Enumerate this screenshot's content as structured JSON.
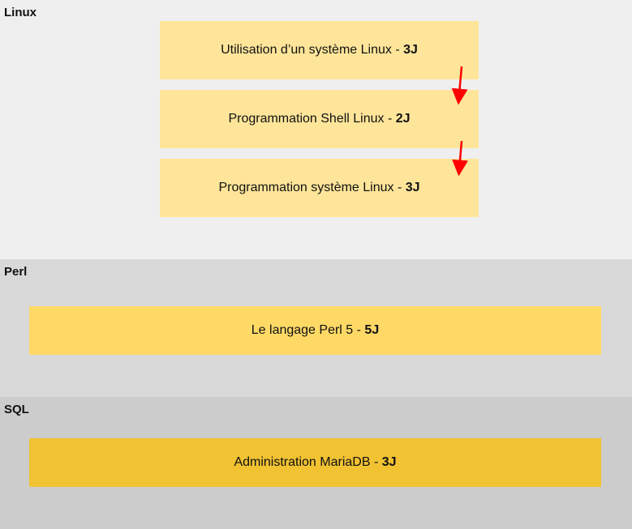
{
  "colors": {
    "linux_bg": "#efefef",
    "perl_bg": "#d9d9d9",
    "sql_bg": "#cccccc",
    "linux_box": "#ffe59a",
    "perl_box": "#ffd966",
    "sql_box": "#f1c232",
    "arrow": "#ff0000"
  },
  "sections": [
    {
      "title": "Linux",
      "courses": [
        {
          "name": "Utilisation d’un système Linux",
          "separator": " - ",
          "duration": "3J"
        },
        {
          "name": "Programmation Shell Linux",
          "separator": " - ",
          "duration": "2J"
        },
        {
          "name": "Programmation système Linux",
          "separator": " - ",
          "duration": "3J"
        }
      ]
    },
    {
      "title": "Perl",
      "courses": [
        {
          "name": "Le langage Perl 5",
          "separator": " - ",
          "duration": "5J"
        }
      ]
    },
    {
      "title": "SQL",
      "courses": [
        {
          "name": "Administration MariaDB",
          "separator": " - ",
          "duration": "3J"
        }
      ]
    }
  ],
  "arrows": [
    {
      "from": "Utilisation d’un système Linux",
      "to": "Programmation Shell Linux"
    },
    {
      "from": "Programmation Shell Linux",
      "to": "Programmation système Linux"
    }
  ]
}
